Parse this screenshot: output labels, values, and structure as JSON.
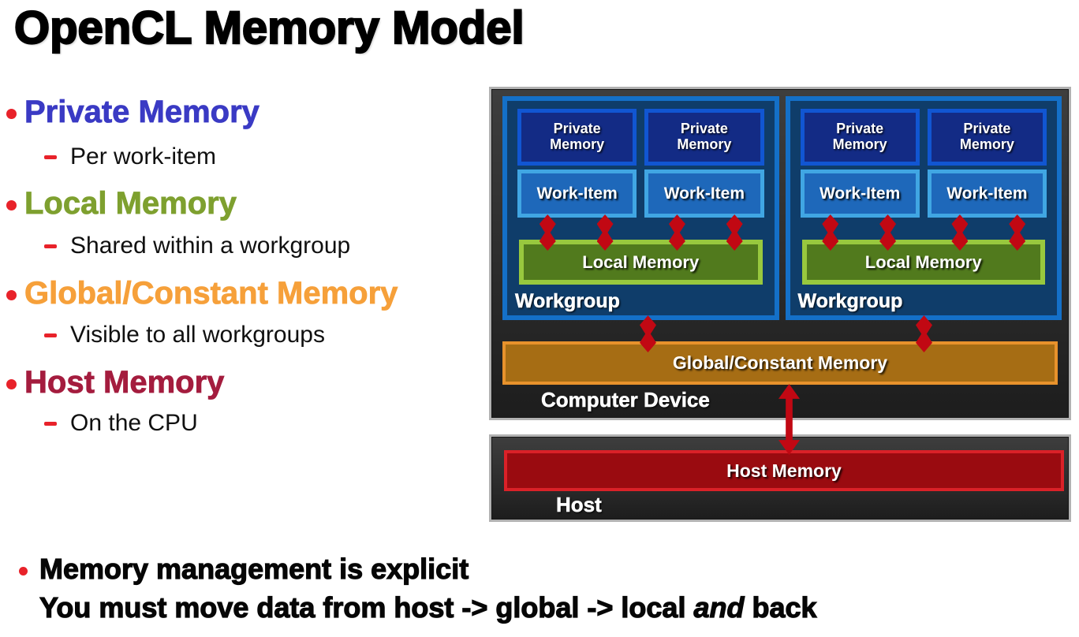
{
  "title": "OpenCL Memory Model",
  "bullets": [
    {
      "label": "Private Memory",
      "color": "#3a3ac4",
      "sub": "Per work-item"
    },
    {
      "label": "Local Memory",
      "color": "#7ea02f",
      "sub": "Shared within a workgroup"
    },
    {
      "label": "Global/Constant Memory",
      "color": "#f6a03a",
      "sub": "Visible to all workgroups"
    },
    {
      "label": "Host Memory",
      "color": "#a41c3e",
      "sub": "On the CPU"
    }
  ],
  "diagram": {
    "device": {
      "label": "Computer Device",
      "global_memory_label": "Global/Constant Memory",
      "workgroups": [
        {
          "label": "Workgroup",
          "private_memory_labels": [
            "Private\nMemory",
            "Private\nMemory"
          ],
          "work_item_labels": [
            "Work-Item",
            "Work-Item"
          ],
          "local_memory_label": "Local Memory"
        },
        {
          "label": "Workgroup",
          "private_memory_labels": [
            "Private\nMemory",
            "Private\nMemory"
          ],
          "work_item_labels": [
            "Work-Item",
            "Work-Item"
          ],
          "local_memory_label": "Local Memory"
        }
      ]
    },
    "host": {
      "label": "Host",
      "memory_label": "Host Memory"
    }
  },
  "footer": {
    "line1": "Memory management is explicit",
    "line2_pre": "You must move data from host -> global -> local ",
    "line2_em": "and",
    "line2_post": " back"
  },
  "colors": {
    "bullet-red": "#e8222a",
    "panel-border": "#b2b2b2",
    "panel-bg-top": "#3e3e3e",
    "panel-bg-bottom": "#1d1d1d",
    "wg-border": "#1470c8",
    "wg-bg": "#0f3d6a",
    "pm-border": "#1156d2",
    "pm-bg": "#132b85",
    "wi-border": "#40a6e3",
    "wi-bg": "#1e68ba",
    "local-border": "#98c83e",
    "local-bg": "#517a1d",
    "global-border": "#e8922c",
    "global-bg": "#a66d14",
    "hostmem-border": "#da2128",
    "hostmem-bg": "#9a0b10",
    "arrow-red": "#c10813"
  }
}
